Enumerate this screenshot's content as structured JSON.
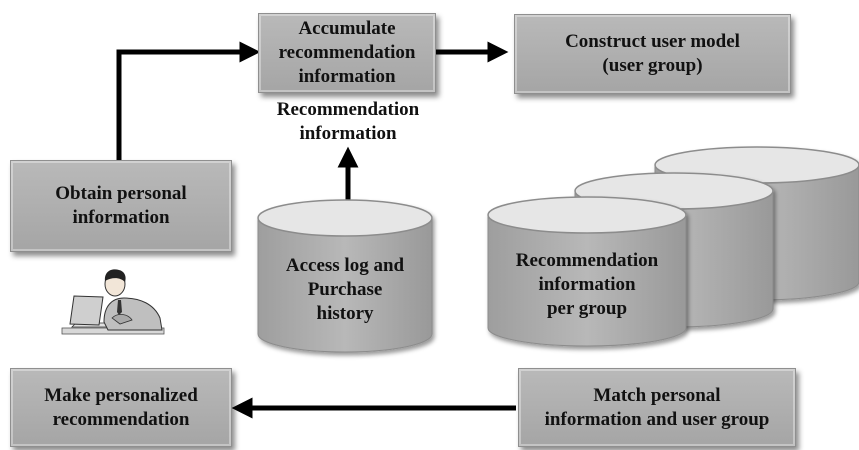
{
  "nodes": {
    "accumulate": "Accumulate\nrecommendation\ninformation",
    "construct": "Construct user model\n(user group)",
    "obtain": "Obtain personal\ninformation",
    "make": "Make personalized\nrecommendation",
    "match": "Match personal\ninformation and user group"
  },
  "labels": {
    "recommendation_information": "Recommendation\ninformation"
  },
  "databases": {
    "access_log": "Access log and\nPurchase\nhistory",
    "per_group": "Recommendation\ninformation\nper group"
  },
  "icons": {
    "user": "person-at-laptop-icon"
  },
  "colors": {
    "box_fill": "#acacac",
    "arrow": "#000000"
  }
}
